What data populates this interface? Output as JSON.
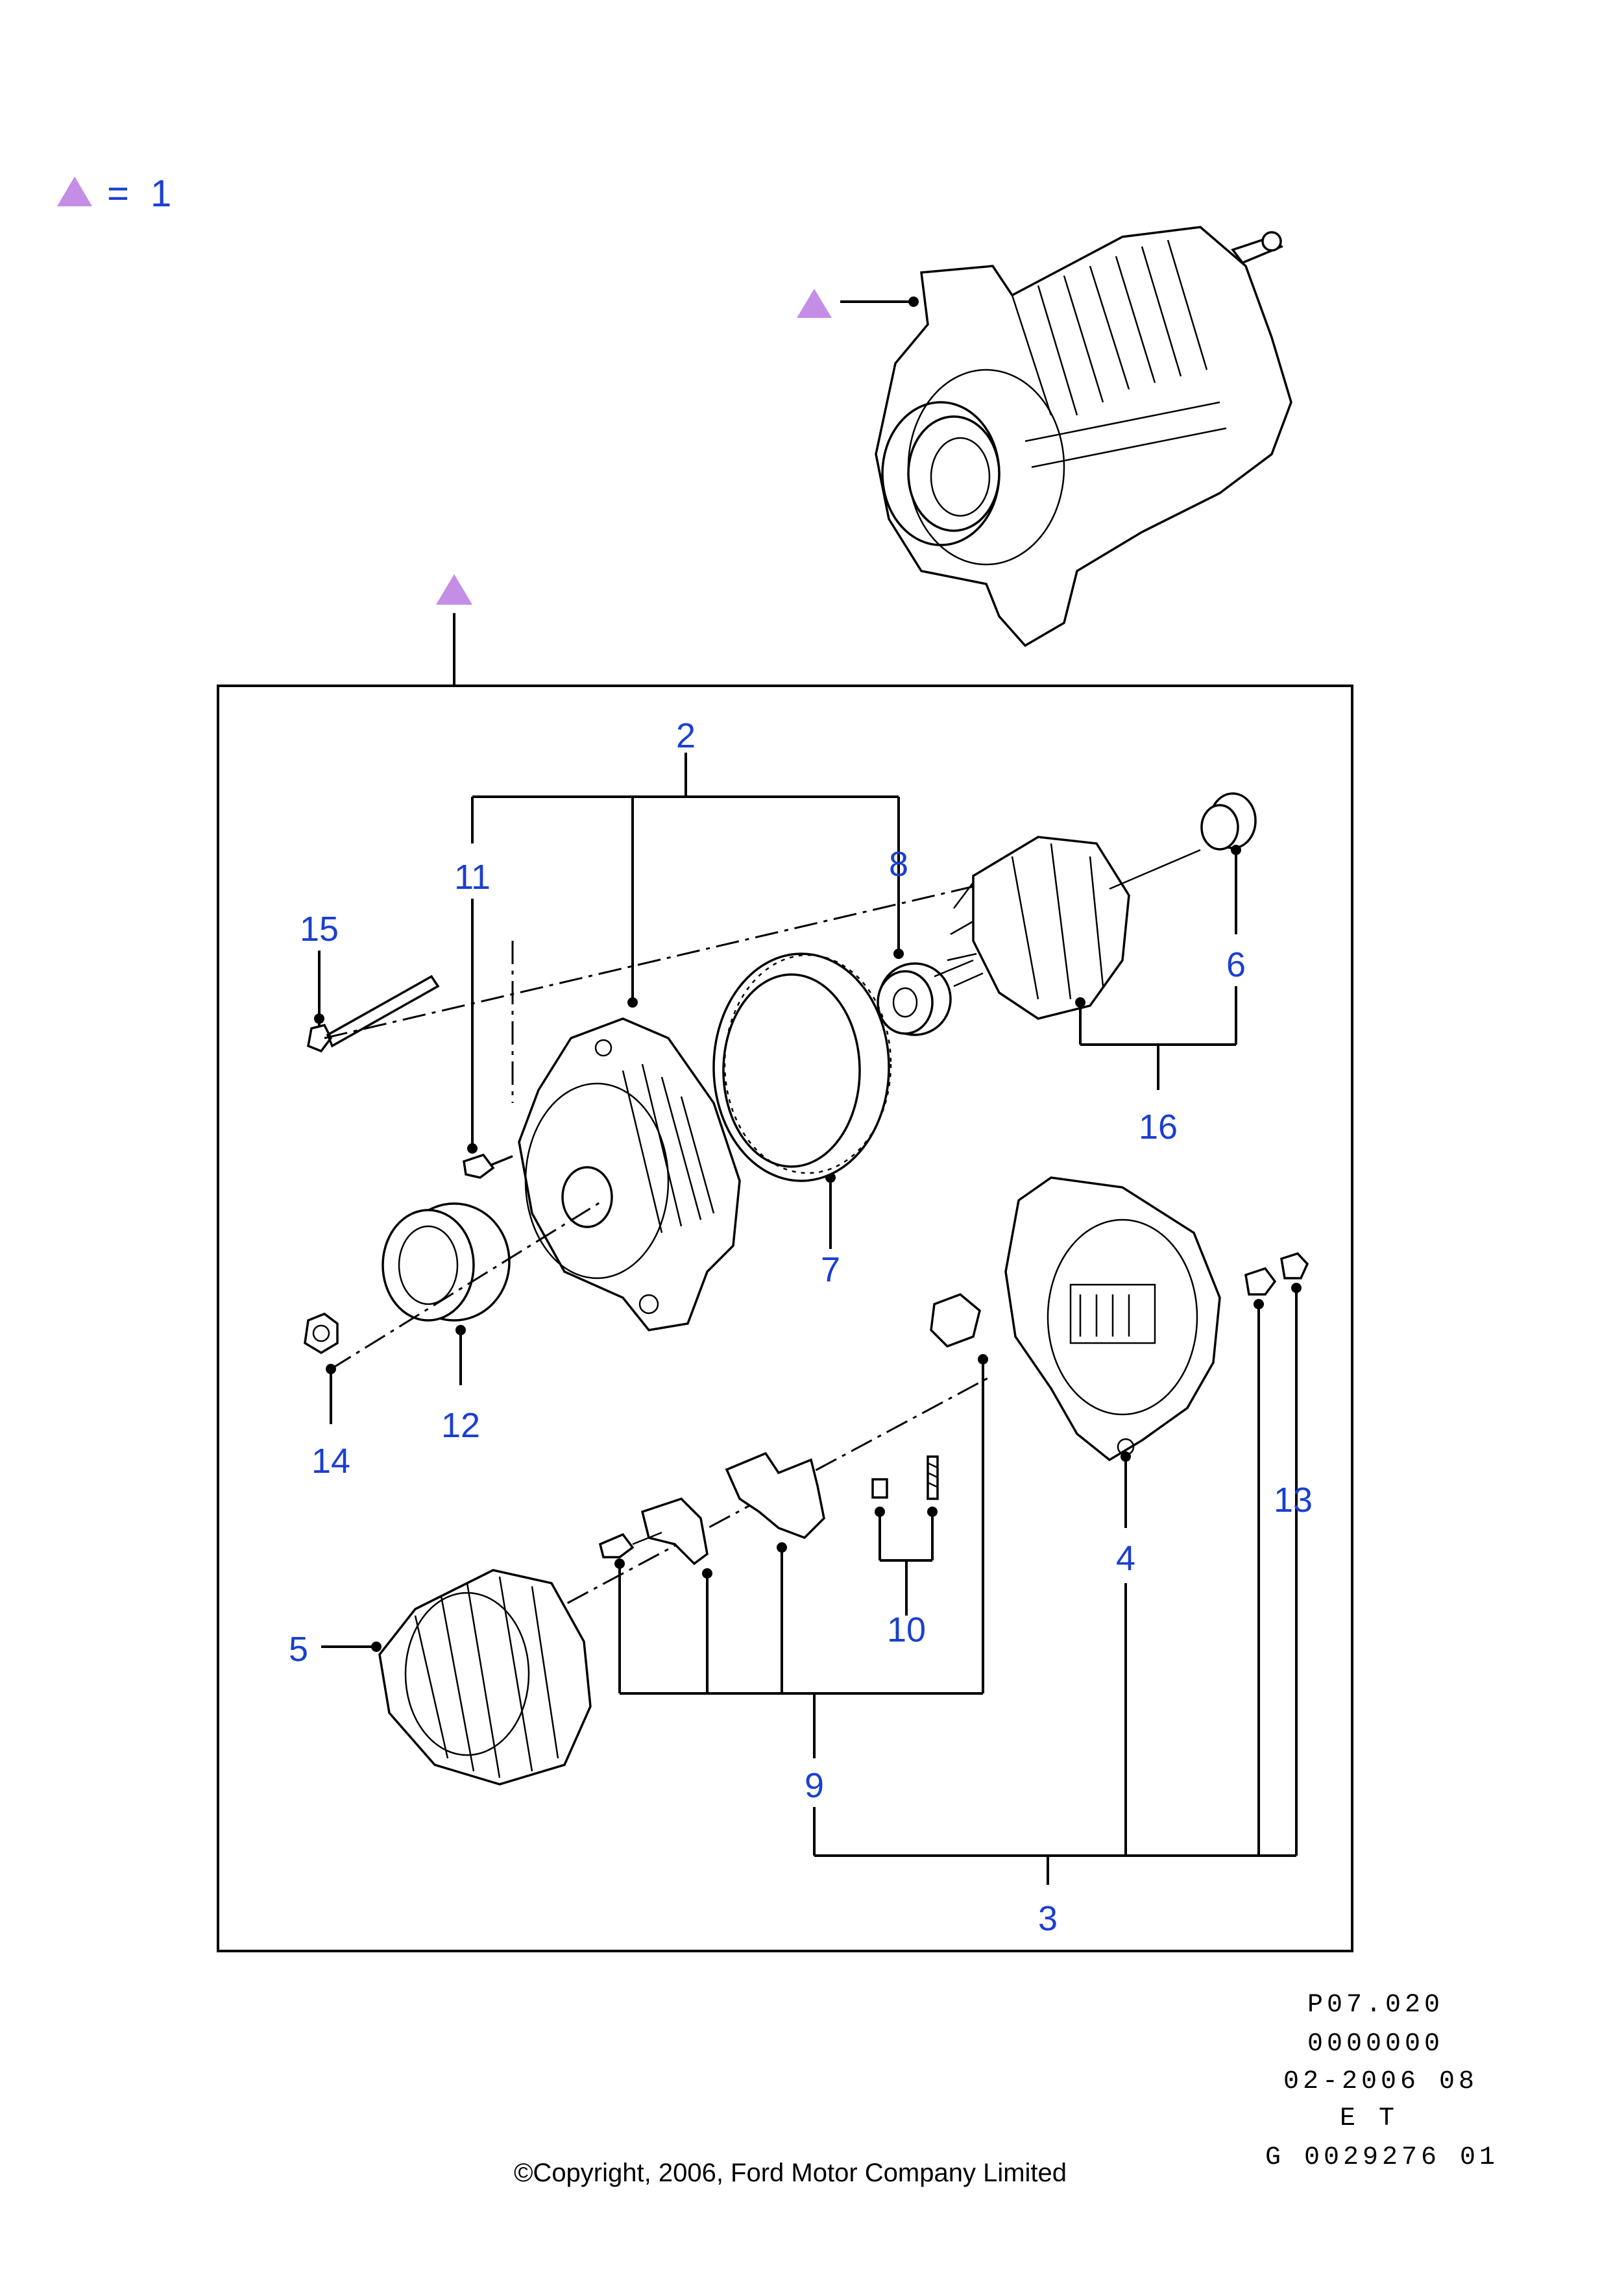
{
  "legend": {
    "symbol": "triangle-icon",
    "equals": "=",
    "value": "1",
    "color": "#c58ee6"
  },
  "callouts": {
    "c2": "2",
    "c3": "3",
    "c4": "4",
    "c5": "5",
    "c6": "6",
    "c7": "7",
    "c8": "8",
    "c9": "9",
    "c10": "10",
    "c11": "11",
    "c12": "12",
    "c13": "13",
    "c14": "14",
    "c15": "15",
    "c16": "16"
  },
  "callout_color": "#1a3fd0",
  "reference": {
    "line1": "P07.020",
    "line2": "0000000",
    "line3": "02-2006 08",
    "line4": "E T",
    "line5": "G 0029276 01"
  },
  "copyright": "©Copyright, 2006, Ford Motor Company Limited"
}
